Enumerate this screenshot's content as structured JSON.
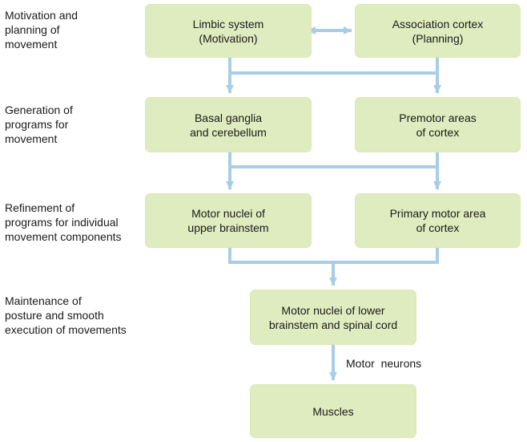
{
  "levels": [
    {
      "label": "Motivation and\nplanning of\nmovement"
    },
    {
      "label": "Generation of\nprograms for\nmovement"
    },
    {
      "label": "Refinement of\nprograms for individual\nmovement components"
    },
    {
      "label": "Maintenance of\nposture and smooth\nexecution of movements"
    }
  ],
  "boxes": {
    "limbic": "Limbic system\n(Motivation)",
    "association": "Association cortex\n(Planning)",
    "basal": "Basal ganglia\nand cerebellum",
    "premotor": "Premotor areas\nof cortex",
    "motor_upper": "Motor nuclei of\nupper brainstem",
    "primary_motor": "Primary motor area\nof cortex",
    "motor_lower": "Motor nuclei of lower\nbrainstem and spinal cord",
    "muscles": "Muscles"
  },
  "edge_labels": {
    "motor_neurons": "Motor  neurons"
  },
  "colors": {
    "box_fill": "#dfecc0",
    "connector": "#a9cde6"
  }
}
